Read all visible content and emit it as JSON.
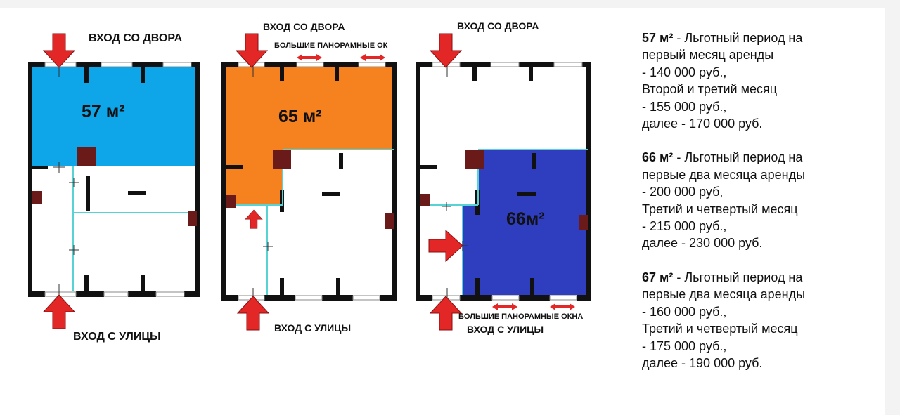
{
  "plans": [
    {
      "area_label": "57 м²",
      "highlight_color": "#0ea5e9",
      "top_entrance": "ВХОД СО ДВОРА",
      "bottom_entrance": "ВХОД С УЛИЦЫ"
    },
    {
      "area_label": "65 м²",
      "highlight_color": "#f5811f",
      "top_entrance": "ВХОД СО ДВОРА",
      "windows_note": "БОЛЬШИЕ ПАНОРАМНЫЕ ОК",
      "bottom_entrance": "ВХОД С УЛИЦЫ"
    },
    {
      "area_label": "66м²",
      "highlight_color": "#2f3dbf",
      "top_entrance": "ВХОД СО ДВОРА",
      "windows_note": "БОЛЬШИЕ ПАНОРАМНЫЕ ОКНА",
      "bottom_entrance": "ВХОД С УЛИЦЫ"
    }
  ],
  "offers": [
    {
      "area": "57 м²",
      "first_line_rest": " - Льготный период на",
      "lines": [
        "первый месяц аренды",
        "- 140 000 руб.,",
        "Второй и третий месяц",
        "- 155 000 руб.,",
        "далее - 170 000 руб."
      ]
    },
    {
      "area": "66 м²",
      "first_line_rest": " - Льготный период на",
      "lines": [
        "первые два месяца аренды",
        "- 200 000 руб,",
        "Третий и четвертый месяц",
        "- 215 000 руб.,",
        "далее - 230 000 руб."
      ]
    },
    {
      "area": "67 м²",
      "first_line_rest": " - Льготный период на",
      "lines": [
        "первые два месяца аренды",
        "- 160 000 руб.,",
        "Третий и четвертый месяц",
        "- 175 000 руб.,",
        "далее - 190 000 руб."
      ]
    }
  ],
  "colors": {
    "wall": "#111111",
    "column": "#6b1a1a",
    "arrow": "#e32626",
    "partition": "#58d3d3"
  }
}
